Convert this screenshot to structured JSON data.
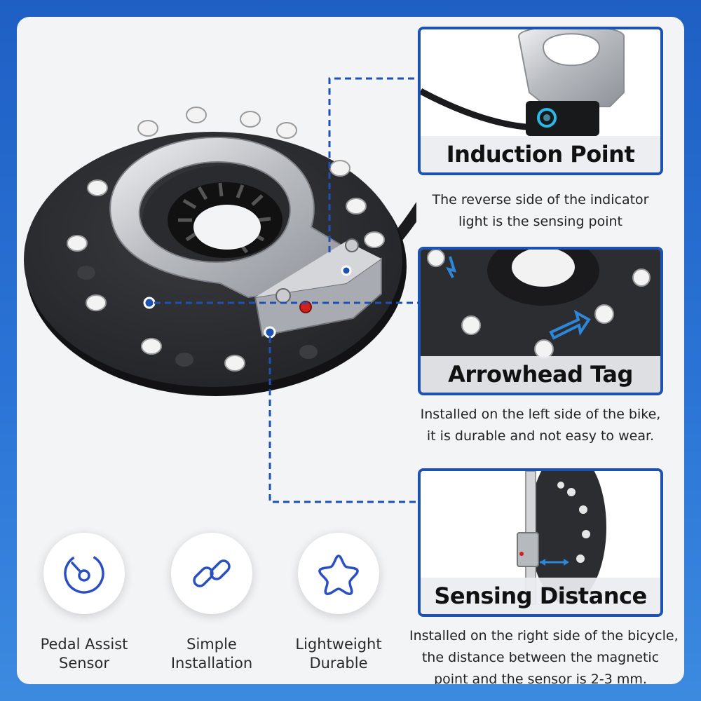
{
  "panels": {
    "induction": {
      "title": "Induction Point",
      "desc": [
        "The reverse side of the indicator",
        "light is the sensing point"
      ]
    },
    "arrowhead": {
      "title": "Arrowhead Tag",
      "desc": [
        "Installed on the left side of the bike,",
        "it is durable and not easy to wear."
      ]
    },
    "distance": {
      "title": "Sensing Distance",
      "desc": [
        "Installed on the right side of the bicycle,",
        "the distance between the magnetic",
        "point and the sensor is 2-3 mm."
      ]
    }
  },
  "features": [
    {
      "icon": "gauge-icon",
      "label": [
        "Pedal Assist",
        "Sensor"
      ]
    },
    {
      "icon": "chain-link-icon",
      "label": [
        "Simple",
        "Installation"
      ]
    },
    {
      "icon": "star-badge-icon",
      "label": [
        "Lightweight",
        "Durable"
      ]
    }
  ],
  "colors": {
    "accent": "#1d52b0",
    "background": "#2b74d6",
    "indicator_red": "#d0211c",
    "induction_glow": "#29b8e8"
  }
}
